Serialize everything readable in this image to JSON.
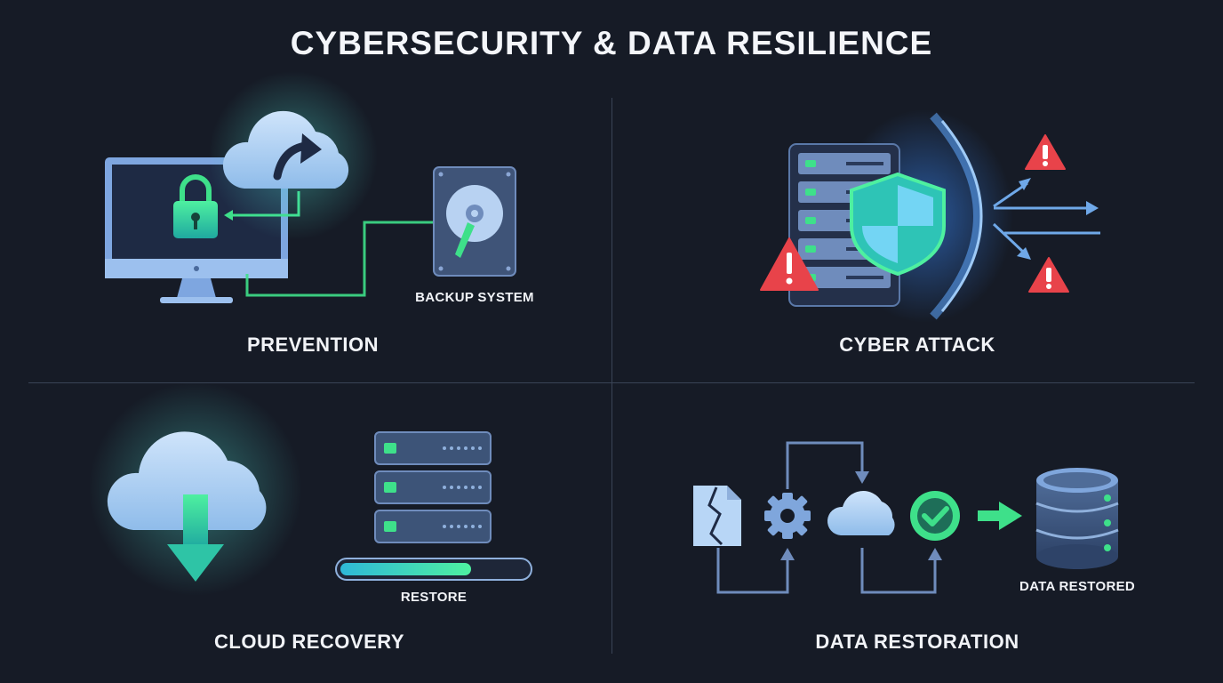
{
  "title": "CYBERSECURITY & DATA RESILIENCE",
  "panels": {
    "prevention": {
      "label": "PREVENTION",
      "backup_label": "BACKUP SYSTEM"
    },
    "cyber_attack": {
      "label": "CYBER ATTACK"
    },
    "cloud_recovery": {
      "label": "CLOUD RECOVERY",
      "restore_label": "RESTORE",
      "restore_progress": 0.7
    },
    "data_restoration": {
      "label": "DATA RESTORATION",
      "restored_label": "DATA RESTORED"
    }
  },
  "colors": {
    "background": "#161b26",
    "accent_green": "#3ee08a",
    "accent_blue": "#7fb4ee",
    "warning_red": "#e8434a"
  },
  "icons": [
    "monitor-icon",
    "lock-icon",
    "cloud-upload-icon",
    "hard-drive-icon",
    "server-icon",
    "shield-icon",
    "warning-icon",
    "arrow-icon",
    "cloud-download-icon",
    "progress-bar",
    "broken-file-icon",
    "gear-icon",
    "cloud-icon",
    "check-icon",
    "database-icon"
  ]
}
